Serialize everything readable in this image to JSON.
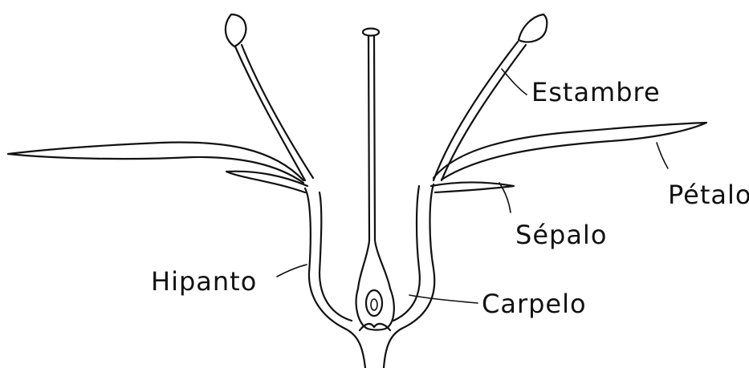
{
  "labels": {
    "estambre": "Estambre",
    "petalo": "Pétalo",
    "sepalo": "Sépalo",
    "hipanto": "Hipanto",
    "carpelo": "Carpelo"
  },
  "colors": {
    "ink": "#111111",
    "paper": "#ffffff"
  }
}
